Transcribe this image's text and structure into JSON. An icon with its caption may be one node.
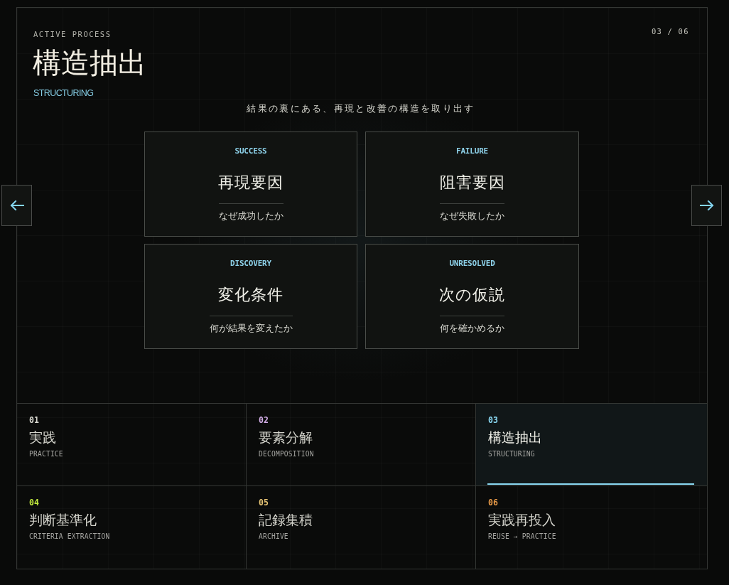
{
  "diagram": {
    "title": "構造抽出",
    "nodes": [
      {
        "text": [
          "SUCCESS",
          "再現要因",
          "なぜ成功したか"
        ]
      },
      {
        "text": [
          "FAILURE",
          "阻害要因",
          "なぜ失敗したか"
        ]
      },
      {
        "text": [
          "DISCOVERY",
          "変化条件",
          "何が結果を変えたか"
        ]
      },
      {
        "text": [
          "UNRESOLVED",
          "次の仮説",
          "何を確かめるか"
        ]
      },
      {
        "text": [
          "01",
          "実践",
          "PRACTICE"
        ]
      },
      {
        "text": [
          "02",
          "要素分解",
          "DECOMPOSITION"
        ]
      },
      {
        "text": [
          "03",
          "構造抽出",
          "STRUCTURING"
        ]
      },
      {
        "text": [
          "04",
          "判断基準化",
          "CRITERIA EXTRACTION"
        ]
      },
      {
        "text": [
          "05",
          "記録集積",
          "ARCHIVE"
        ]
      },
      {
        "text": [
          "06",
          "実践再投入",
          "REUSE → PRACTICE"
        ]
      }
    ],
    "labels": [
      "ACTIVE PROCESS",
      "03 / 06",
      "STRUCTURING",
      "結果の裏にある、再現と改善の構造を取り出す"
    ]
  }
}
